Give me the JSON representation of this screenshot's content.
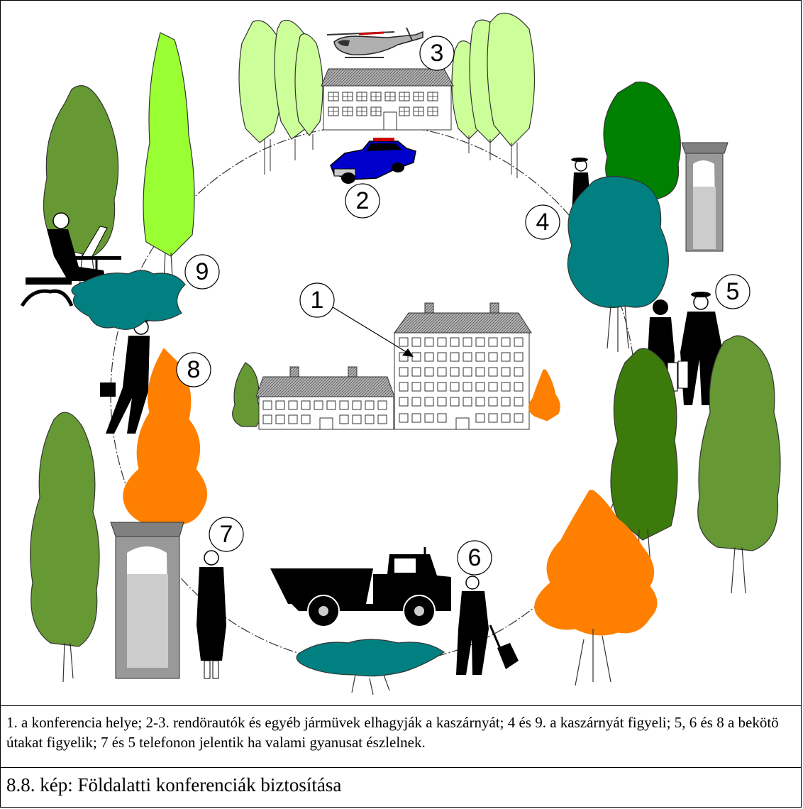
{
  "labels": {
    "n1": "1",
    "n2": "2",
    "n3": "3",
    "n4": "4",
    "n5": "5",
    "n6": "6",
    "n7": "7",
    "n8": "8",
    "n9": "9"
  },
  "caption": "1. a konferencia helye; 2-3. rendörautók és egyéb jármüvek elhagyják a kaszárnyát; 4 és 9. a kaszárnyát figyeli; 5, 6 és 8 a bekötö útakat figyelik; 7 és 5 telefonon jelentik ha valami gyanusat észlelnek.",
  "figure_title": "8.8. kép: Földalatti konferenciák biztosítása",
  "colors": {
    "light_green": "#ccff99",
    "lime_green": "#99ff33",
    "olive_green": "#669933",
    "mid_green": "#6b9a2e",
    "dark_green": "#3d7a0c",
    "forest_green": "#008000",
    "teal": "#008080",
    "orange": "#ff8000",
    "police_blue": "#0000cc",
    "roof_gray": "#999999",
    "monument_gray": "#808080"
  },
  "icons": [
    "helicopter-icon",
    "police-car-icon",
    "truck-icon",
    "building-icon",
    "monument-icon",
    "person-icon",
    "tree-icon",
    "laptop-icon",
    "briefcase-icon",
    "shovel-icon"
  ]
}
